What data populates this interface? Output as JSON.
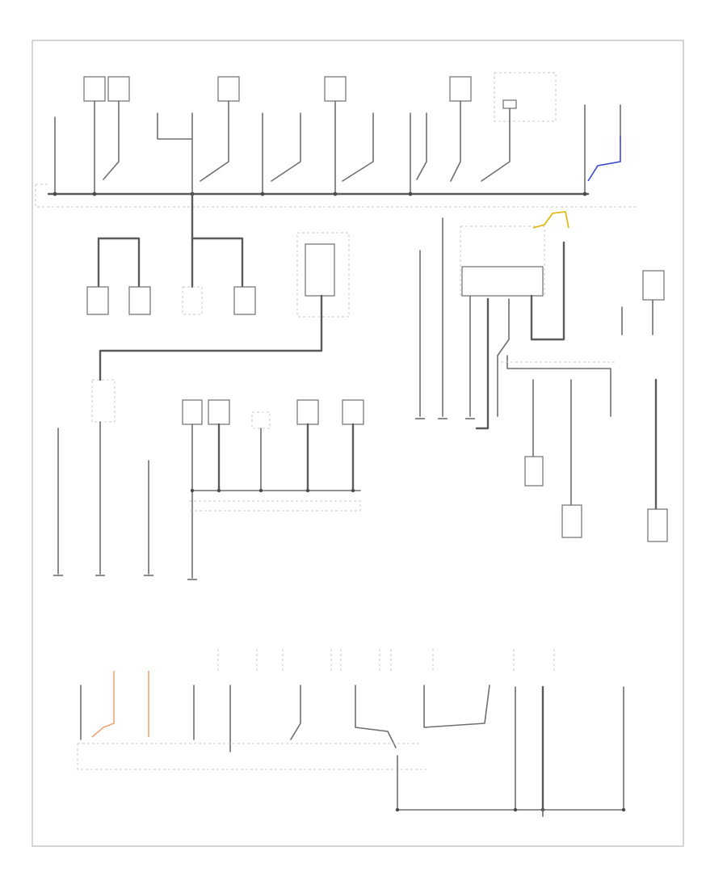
{
  "diagram": {
    "title": "",
    "footer_code": "",
    "labels_legible": false,
    "wire_colors": {
      "ground": "#6f6f6f",
      "blue": "#3a46d6",
      "yellow": "#e2b400",
      "orange": "#f0a070"
    },
    "sections": [
      "top-ground-bus",
      "mid-left-modules",
      "mid-right-airbag",
      "lower-left-lamps",
      "bottom-rear-lamps"
    ]
  }
}
